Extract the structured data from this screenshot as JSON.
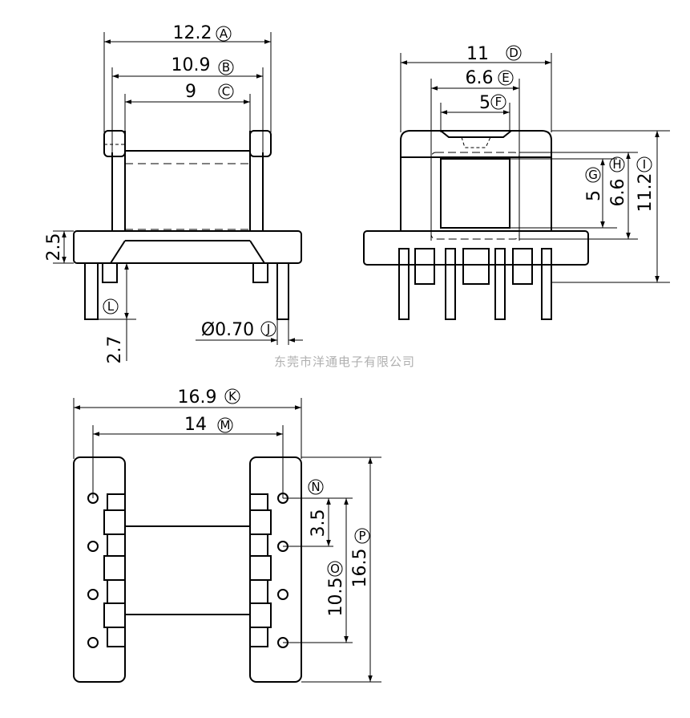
{
  "watermark": "东莞市洋通电子有限公司",
  "dimensions": {
    "A": {
      "value": "12.2",
      "letter": "A"
    },
    "B": {
      "value": "10.9",
      "letter": "B"
    },
    "C": {
      "value": "9",
      "letter": "C"
    },
    "D": {
      "value": "11",
      "letter": "D"
    },
    "E": {
      "value": "6.6",
      "letter": "E"
    },
    "F": {
      "value": "5",
      "letter": "F"
    },
    "G": {
      "value": "5",
      "letter": "G"
    },
    "H": {
      "value": "6.6",
      "letter": "H"
    },
    "I": {
      "value": "11.2",
      "letter": "I"
    },
    "J": {
      "value": "Ø0.70",
      "letter": "J"
    },
    "K": {
      "value": "16.9",
      "letter": "K"
    },
    "L": {
      "value": "2.7",
      "letter": "L"
    },
    "M": {
      "value": "14",
      "letter": "M"
    },
    "N": {
      "value": "",
      "letter": "N"
    },
    "O": {
      "value": "10.5",
      "letter": "O"
    },
    "P": {
      "value": "16.5",
      "letter": "P"
    },
    "base_height": {
      "value": "2.5"
    },
    "pitch": {
      "value": "3.5"
    }
  }
}
